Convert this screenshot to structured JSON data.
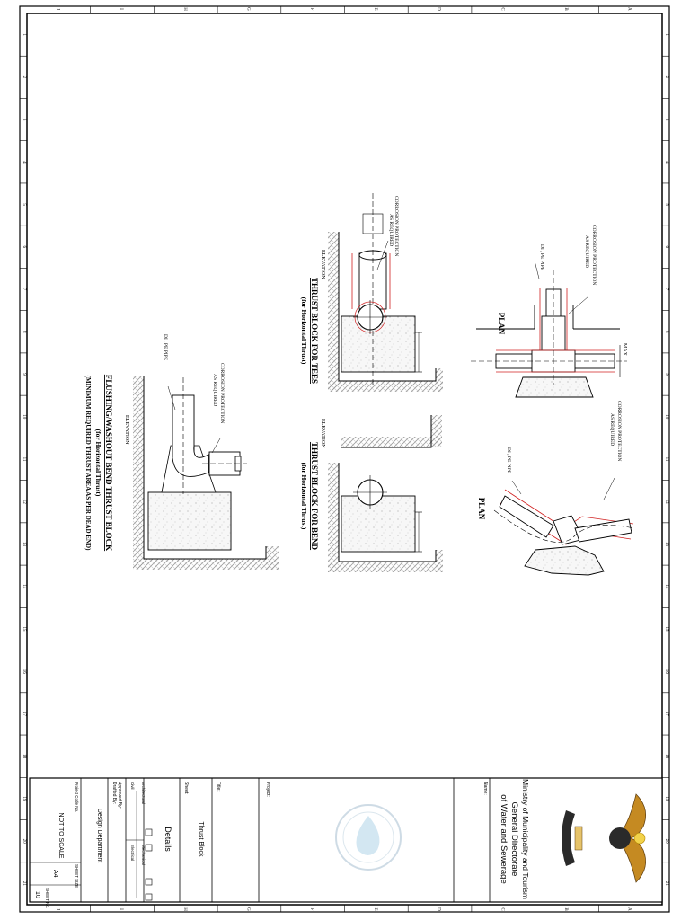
{
  "drawings": {
    "tees": {
      "title": "THRUST BLOCK FOR TEES",
      "subtitle": "(for Horizontal Thrust)",
      "elevation_label": "ELEVATION",
      "plan_label": "PLAN",
      "corrosion_elev": [
        "CORROSION PROTECTION",
        "AS REQUIRED"
      ],
      "corrosion_plan": [
        "CORROSION PROTECTION",
        "AS REQUIRED"
      ],
      "pipe_label": "DI , PE PIPE",
      "max_label": "MAX"
    },
    "bend": {
      "title": "THRUST BLOCK FOR BEND",
      "subtitle": "(for Horizontal Thrust)",
      "elevation_label": "ELEVATION",
      "plan_label": "PLAN",
      "corrosion_plan": [
        "CORROSION PROTECTION",
        "AS REQUIRED"
      ],
      "pipe_label": "DI , PE PIPE"
    },
    "flushing": {
      "title": "FLUSHING/WASHOUT BEND THRUST BLOCK",
      "subtitle": "(for Horizontal Thrust)",
      "note": "(MINIMUM REQUIRED THRUST AREA AS PER DEAD END)",
      "elevation_label": "ELEVATION",
      "corrosion": [
        "CORROSION PROTECTION",
        "AS REQUIRED"
      ],
      "pipe_label": "DI , PE PIPE"
    }
  },
  "title_block": {
    "ministry": [
      "Ministry of Municipality and Tourism",
      "General Directorate",
      "of Water and Sewerage"
    ],
    "name_label": "Name:",
    "project_label": "Project:",
    "title_label": "Title:",
    "title_value": "Thrust Block",
    "sheet_label": "Sheet:",
    "sheet_value": "Details",
    "civil_label": "Civil",
    "electrical_label": "Electrical",
    "architectural_label": "Architectural",
    "mechanical_label": "Mechanical",
    "approved_label": "Approved By:",
    "drafted_label": "Drafted By:",
    "drafted_value": "Design Department",
    "scale_value": "NOT TO SCALE",
    "code_label": "Project Code No.",
    "size_label": "SHEET SIZE",
    "size_value": "A4",
    "number_label": "SHEET No.",
    "number_value": "10"
  },
  "grid": {
    "letters": [
      "J",
      "I",
      "H",
      "G",
      "F",
      "E",
      "D",
      "C",
      "B",
      "A"
    ],
    "numbers": [
      "1",
      "2",
      "3",
      "4",
      "5",
      "6",
      "7",
      "8",
      "9",
      "10",
      "11",
      "12",
      "13",
      "14",
      "15",
      "16",
      "17",
      "18",
      "19",
      "20",
      "21"
    ]
  }
}
